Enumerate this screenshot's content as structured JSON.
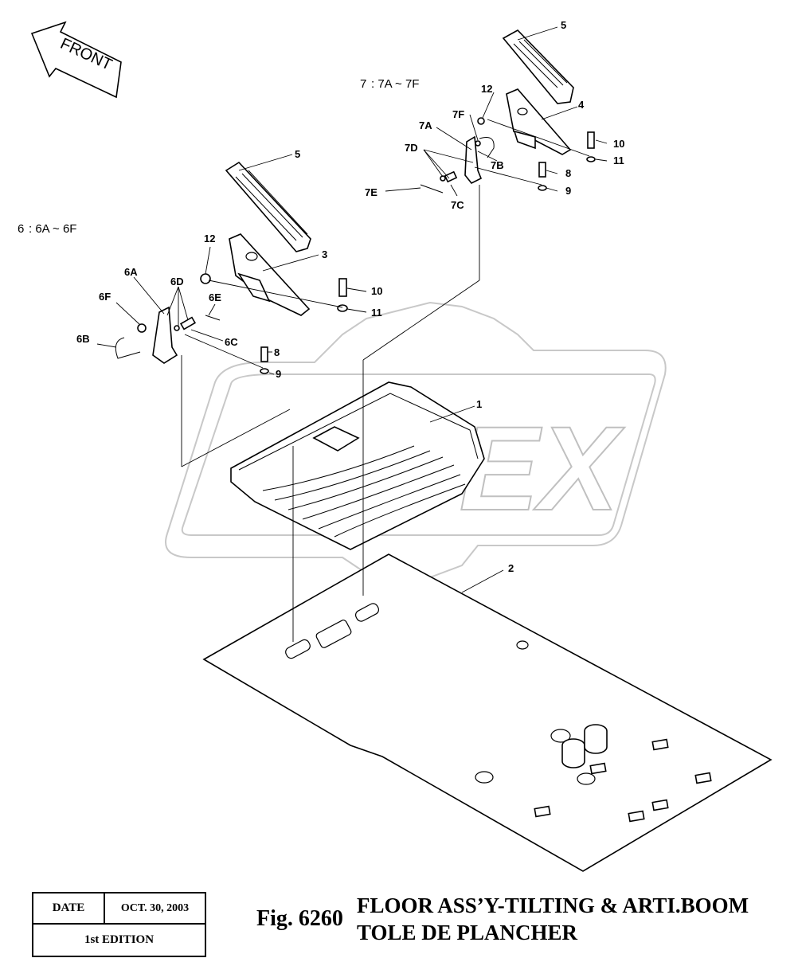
{
  "direction_arrow": {
    "text": "FRONT"
  },
  "group_notes": [
    {
      "num": "7",
      "range": ": 7A ~ 7F"
    },
    {
      "num": "6",
      "range": ": 6A ~ 6F"
    }
  ],
  "callouts": {
    "c1": "1",
    "c2": "2",
    "c3": "3",
    "c4": "4",
    "c5a": "5",
    "c5b": "5",
    "c6a": "6A",
    "c6b": "6B",
    "c6c": "6C",
    "c6d": "6D",
    "c6e": "6E",
    "c6f": "6F",
    "c7a": "7A",
    "c7b": "7B",
    "c7c": "7C",
    "c7d": "7D",
    "c7e": "7E",
    "c7f": "7F",
    "c8a": "8",
    "c8b": "8",
    "c9a": "9",
    "c9b": "9",
    "c10a": "10",
    "c10b": "10",
    "c11a": "11",
    "c11b": "11",
    "c12a": "12",
    "c12b": "12"
  },
  "title_block": {
    "date_label": "DATE",
    "date_value": "OCT. 30, 2003",
    "edition": "1st EDITION"
  },
  "figure": {
    "number": "Fig. 6260",
    "title_line1": "FLOOR ASS’Y-TILTING & ARTI.BOOM",
    "title_line2": "TOLE DE PLANCHER"
  },
  "watermark": {
    "text": "OPEX"
  }
}
